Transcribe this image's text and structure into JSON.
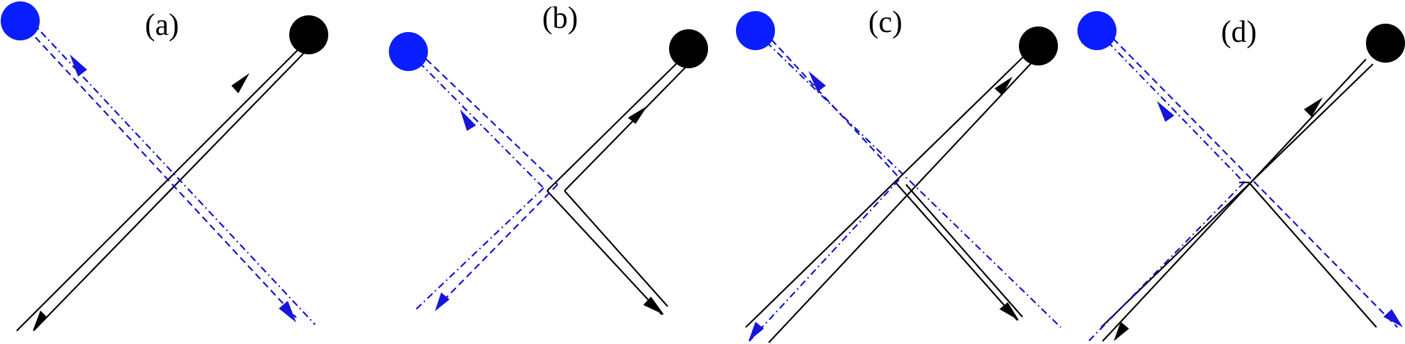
{
  "colors": {
    "blue_node": "#0a1eff",
    "black_node": "#000000",
    "blue_line": "#1010c8"
  },
  "panels": [
    {
      "label": "(a)"
    },
    {
      "label": "(b)"
    },
    {
      "label": "(c)"
    },
    {
      "label": "(d)"
    }
  ]
}
